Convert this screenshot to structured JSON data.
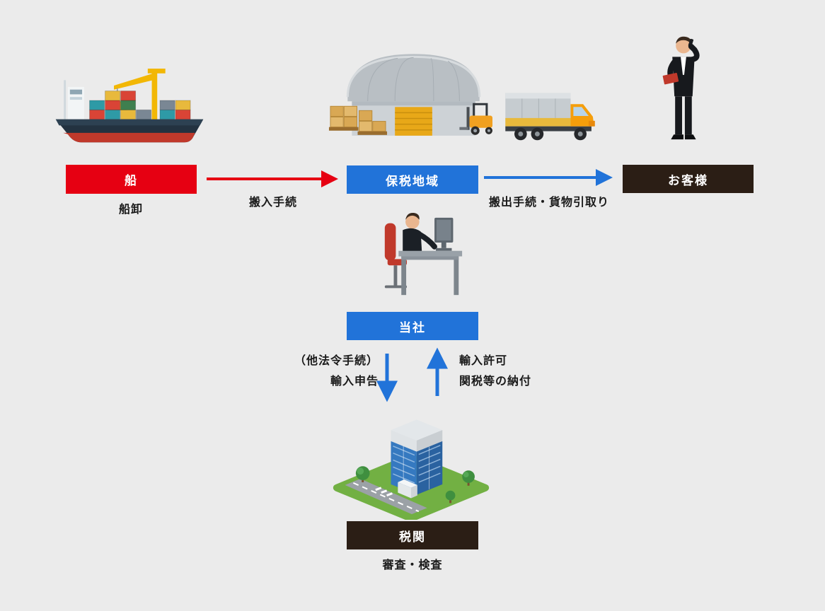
{
  "colors": {
    "background": "#ebebeb",
    "red": "#e60012",
    "blue": "#2173d9",
    "dark": "#2b1e15",
    "text": "#1a1a1a"
  },
  "nodes": {
    "ship": {
      "label": "船",
      "sublabel": "船卸"
    },
    "bonded_area": {
      "label": "保税地域"
    },
    "customer": {
      "label": "お客様"
    },
    "company": {
      "label": "当社"
    },
    "customs": {
      "label": "税関",
      "sublabel": "審査・検査"
    }
  },
  "arrows": {
    "carry_in": {
      "label": "搬入手続",
      "color": "#e60012",
      "direction": "right"
    },
    "carry_out": {
      "label": "搬出手続・貨物引取り",
      "color": "#2173d9",
      "direction": "right"
    },
    "import_declaration": {
      "line1": "（他法令手続）",
      "line2": "輸入申告",
      "color": "#2173d9",
      "direction": "down"
    },
    "import_permit": {
      "line1": "輸入許可",
      "line2": "関税等の納付",
      "color": "#2173d9",
      "direction": "up"
    }
  },
  "illustrations": {
    "ship": "cargo-ship-with-containers-and-crane",
    "bonded_area": "warehouse-with-pallets-and-forklift",
    "truck": "delivery-truck",
    "customer": "businessman-on-phone",
    "company": "office-worker-at-desk-with-computer",
    "customs": "customs-office-building"
  }
}
